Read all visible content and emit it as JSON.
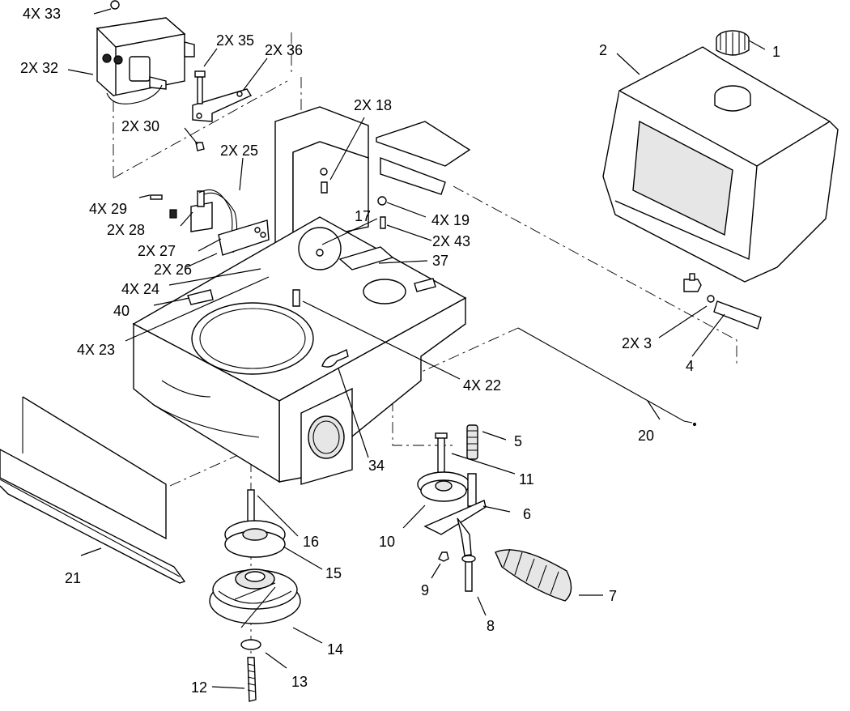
{
  "callouts": {
    "c1": "1",
    "c2": "2",
    "c3": "2X 3",
    "c4": "4",
    "c5": "5",
    "c6": "6",
    "c7": "7",
    "c8": "8",
    "c9": "9",
    "c10": "10",
    "c11": "11",
    "c12": "12",
    "c13": "13",
    "c14": "14",
    "c15": "15",
    "c16": "16",
    "c17": "17",
    "c18": "2X 18",
    "c19": "4X 19",
    "c20": "20",
    "c21": "21",
    "c22": "4X 22",
    "c23": "4X 23",
    "c24": "4X 24",
    "c25": "2X 25",
    "c26": "2X 26",
    "c27": "2X 27",
    "c28": "2X 28",
    "c29": "4X 29",
    "c30": "2X 30",
    "c32": "2X 32",
    "c33": "4X 33",
    "c34": "34",
    "c35": "2X 35",
    "c36": "2X 36",
    "c37": "37",
    "c40": "40",
    "c43": "2X 43"
  }
}
